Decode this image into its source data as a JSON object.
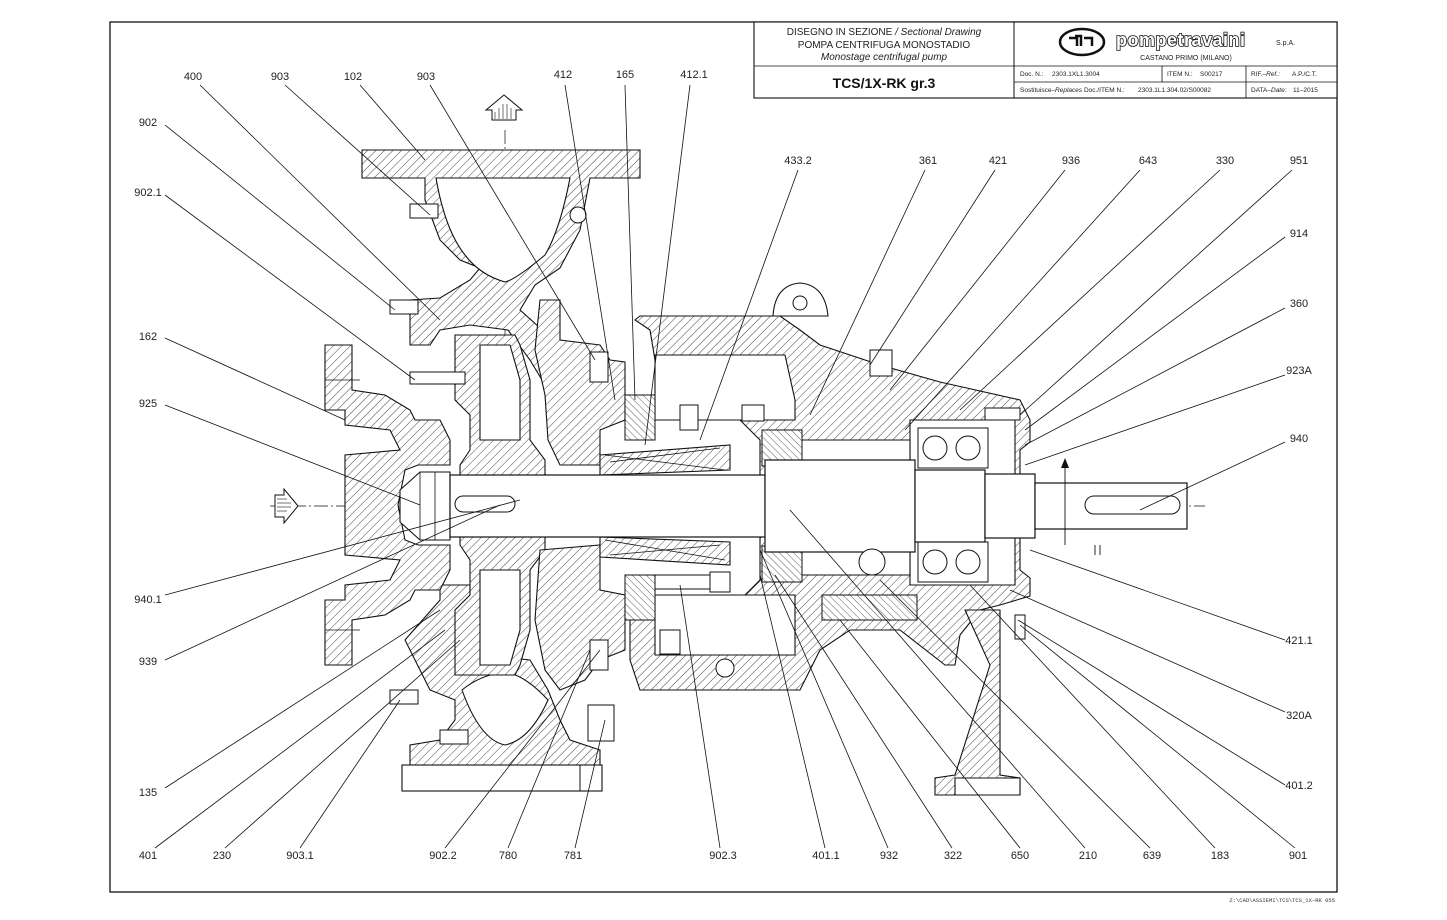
{
  "title_block": {
    "title_line1": "DISEGNO IN SEZIONE",
    "title_line1_en": "/ Sectional Drawing",
    "title_line2": "POMPA CENTRIFUGA MONOSTADIO",
    "title_line3": "Monostage centrifugal pump",
    "model": "TCS/1X-RK gr.3",
    "brand": "pompetravaini",
    "brand_suffix": "S.p.A.",
    "location": "CASTANO PRIMO  (MILANO)",
    "doc_label": "Doc. N.:",
    "doc_value": "2303.1XL1.3004",
    "item_label": "ITEM  N.:",
    "item_value": "S00217",
    "rif_label": "RIF.–",
    "rif_label_en": "Ref.:",
    "rif_value": "A.P./C.T.",
    "replaces_label": "Sostituisce–",
    "replaces_label_en": "Replaces",
    "replaces_doc_label": "Doc./ITEM  N.:",
    "replaces_value": "2303.1L1.304.02/S00082",
    "date_label": "DATA–",
    "date_label_en": "Date:",
    "date_value": "11–2015"
  },
  "file_path": "Z:\\CAD\\ASSIEMI\\TCS\\TCS_1X–RK  055",
  "labels": {
    "l400": "400",
    "l903a": "903",
    "l102": "102",
    "l903b": "903",
    "l412": "412",
    "l165": "165",
    "l412_1": "412.1",
    "l433_2": "433.2",
    "l361": "361",
    "l421": "421",
    "l936": "936",
    "l643": "643",
    "l330": "330",
    "l951": "951",
    "l902": "902",
    "l902_1": "902.1",
    "l162": "162",
    "l925": "925",
    "l940_1": "940.1",
    "l939": "939",
    "l135": "135",
    "l914": "914",
    "l360": "360",
    "l923A": "923A",
    "l940": "940",
    "l421_1": "421.1",
    "l320A": "320A",
    "l401_2": "401.2",
    "b401": "401",
    "b230": "230",
    "b903_1": "903.1",
    "b902_2": "902.2",
    "b780": "780",
    "b781": "781",
    "b902_3": "902.3",
    "b401_1": "401.1",
    "b932": "932",
    "b322": "322",
    "b650": "650",
    "b210": "210",
    "b639": "639",
    "b183": "183",
    "b901": "901"
  }
}
